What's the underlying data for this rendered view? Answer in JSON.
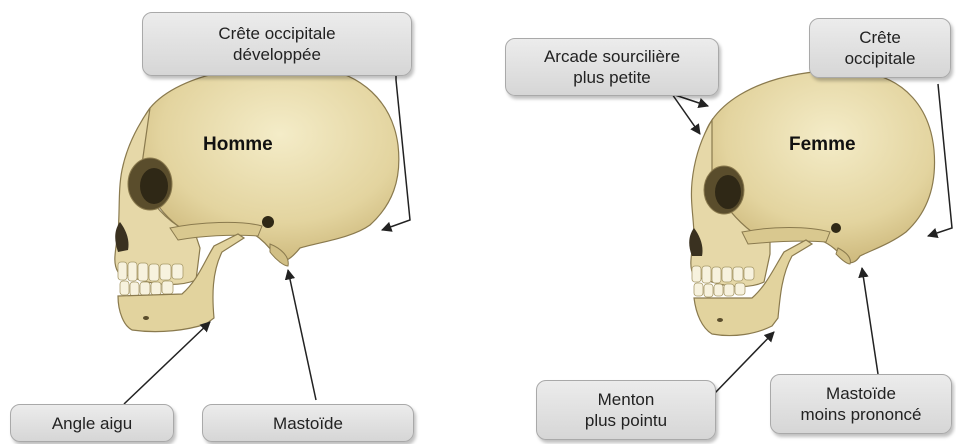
{
  "male": {
    "label": "Homme",
    "callouts": {
      "crest": [
        "Crête occipitale",
        "développée"
      ],
      "angle": [
        "Angle aigu"
      ],
      "mastoid": [
        "Mastoïde"
      ]
    }
  },
  "female": {
    "label": "Femme",
    "callouts": {
      "brow": [
        "Arcade sourcilière",
        "plus petite"
      ],
      "crest": [
        "Crête",
        "occipitale"
      ],
      "chin": [
        "Menton",
        "plus pointu"
      ],
      "mastoid": [
        "Mastoïde",
        "moins prononcé"
      ]
    }
  },
  "colors": {
    "bone": "#e8dcae",
    "bone_shadow": "#b9a56b",
    "outline": "#8a7a4e",
    "arrow": "#222222"
  }
}
